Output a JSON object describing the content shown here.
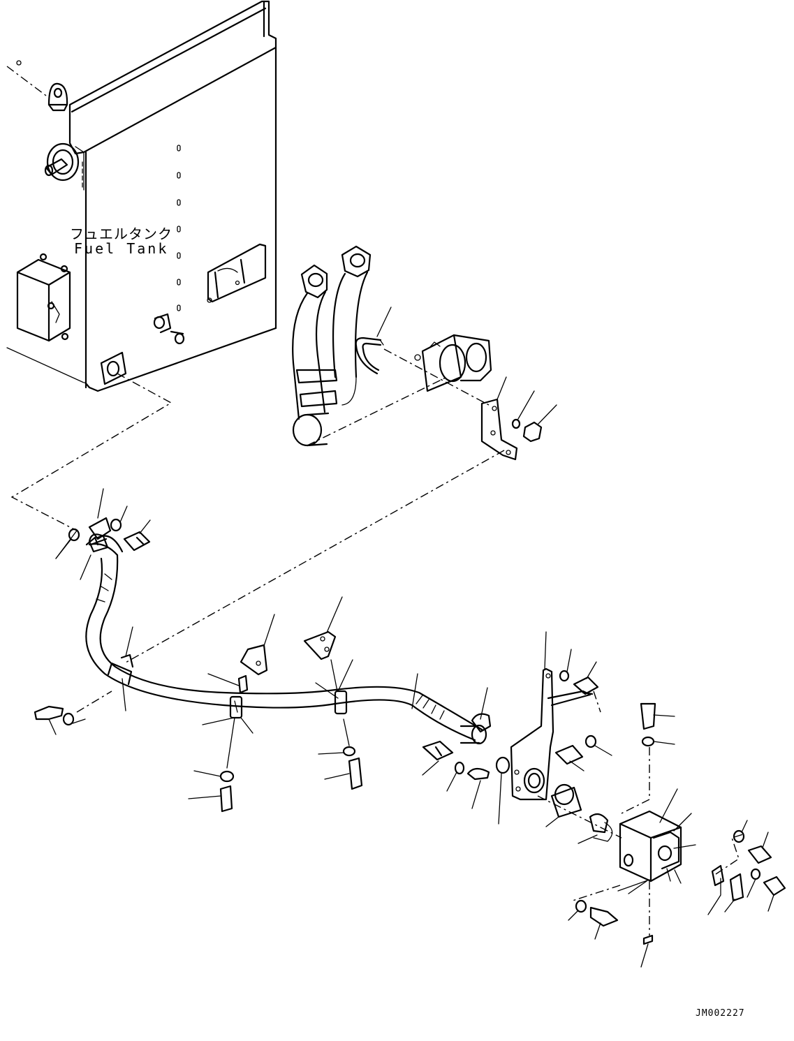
{
  "labels": {
    "fuel_tank_jp": "フュエルタンク",
    "fuel_tank_en": "Fuel Tank"
  },
  "drawing_id": "JM002227"
}
